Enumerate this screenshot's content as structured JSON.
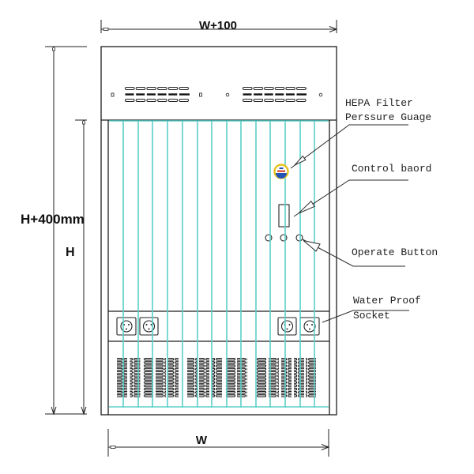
{
  "drawing": {
    "type": "technical elevation drawing",
    "subject": "cabinet front view with HEPA filter unit"
  },
  "dimensions": {
    "top_width": "W+100",
    "bottom_width": "W",
    "total_height": "H+400mm",
    "body_height": "H"
  },
  "callouts": {
    "hepa": {
      "line1": "HEPA Filter",
      "line2": "Perssure Guage"
    },
    "control": {
      "line1": "Control baord"
    },
    "operate": {
      "line1": "Operate Button"
    },
    "socket": {
      "line1": "Water Proof",
      "line2": "Socket"
    }
  },
  "components": {
    "top_vent_groups": 2,
    "top_vent_slots_per_row": 6,
    "top_vent_rows": 3,
    "operate_buttons": 3,
    "sockets": 4,
    "bottom_vent_columns": 15,
    "glass_panel_lines": 14
  },
  "colors": {
    "frame": "#1e1e1e",
    "panel_lines": "#5ccfc8",
    "gauge_ring": "#e6c21e",
    "gauge_face": "#2453b5",
    "gauge_band": "#d4402a"
  }
}
